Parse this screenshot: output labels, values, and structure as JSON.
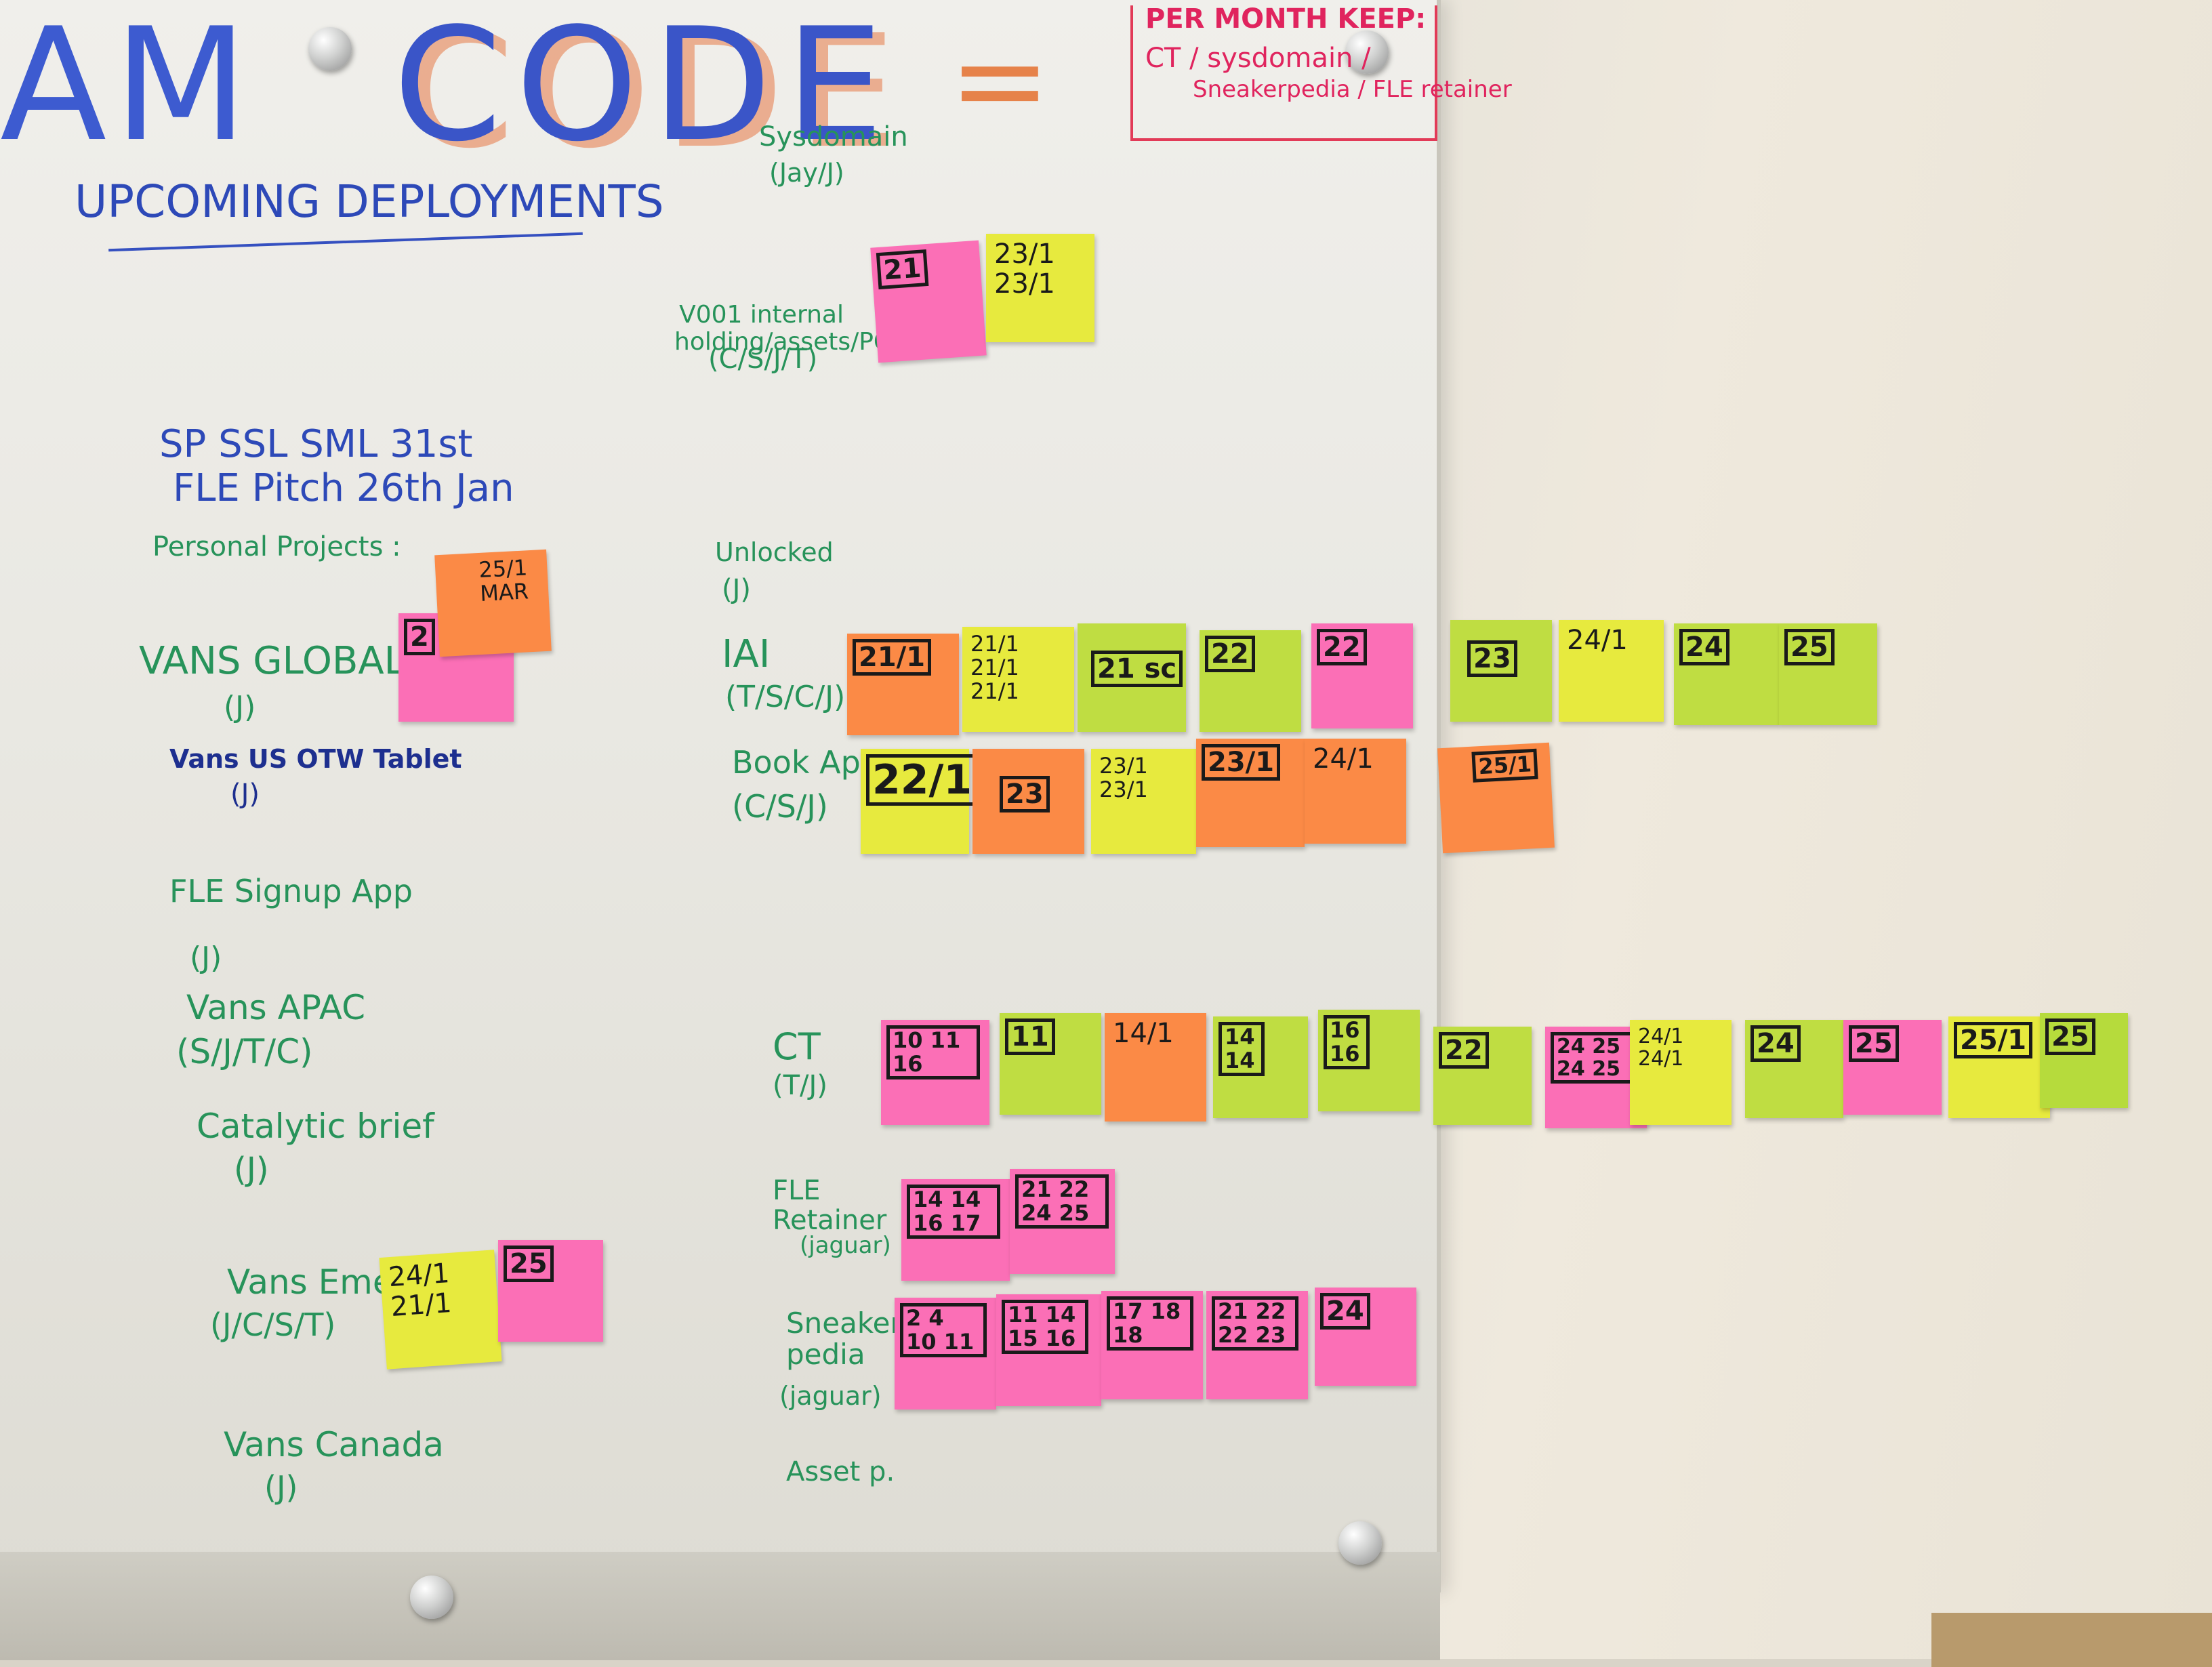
{
  "header": {
    "left_fragment": "AM",
    "title": "CODE",
    "dash": "=",
    "per_month_title": "PER MONTH KEEP:",
    "per_month_line1": "CT / sysdomain /",
    "per_month_line2": "Sneakerpedia / FLE retainer"
  },
  "heading": "UPCOMING DEPLOYMENTS",
  "left_column": {
    "sp_line": "SP SSL SML 31st",
    "fle_line": "FLE Pitch 26th Jan",
    "personal": "Personal Projects :",
    "projects": [
      {
        "name": "VANS GLOBAL",
        "who": "(J)"
      },
      {
        "name": "Vans US OTW Tablet",
        "who": "(J)"
      },
      {
        "name": "FLE Signup App",
        "who": "(J)"
      },
      {
        "name": "Vans APAC",
        "who": "(S/J/T/C)"
      },
      {
        "name": "Catalytic brief",
        "who": "(J)"
      },
      {
        "name": "Vans Emea",
        "who": "(J/C/S/T)"
      },
      {
        "name": "Vans Canada",
        "who": "(J)"
      }
    ]
  },
  "mid_column": {
    "projects": [
      {
        "name": "Sysdomain",
        "who": "(Jay/J)"
      },
      {
        "name": "V001 internal holding/assets/PO",
        "who": "(C/S/J/T)"
      },
      {
        "name": "Unlocked",
        "who": "(J)"
      },
      {
        "name": "IAI",
        "who": "(T/S/C/J)"
      },
      {
        "name": "Book App",
        "who": "(C/S/J)"
      },
      {
        "name": "CT",
        "who": "(T/J)"
      },
      {
        "name": "FLE Retainer",
        "who": "(jaguar)"
      },
      {
        "name": "Sneaker pedia",
        "who": "(jaguar)"
      },
      {
        "name": "Asset p."
      }
    ]
  },
  "notes": {
    "internal": [
      "21",
      "23/1 23/1"
    ],
    "vans_global": [
      "2",
      "25/1 MAR"
    ],
    "vans_emea": [
      "24/1 21/1",
      "25"
    ],
    "iai": [
      "21/1",
      "21/1 21/1 21/1",
      "21 sc",
      "22",
      "22",
      "23",
      "24/1",
      "24",
      "25"
    ],
    "book_app": [
      "22/1",
      "23",
      "23/1 23/1",
      "23/1",
      "24/1",
      "25/1"
    ],
    "ct": [
      "10 11 16",
      "11",
      "14/1",
      "14 14",
      "16 16",
      "22",
      "24 25 24 25",
      "24/1 24/1",
      "24",
      "25",
      "25/1",
      "25"
    ],
    "fle_retainer": [
      "14 14 16 17",
      "21 22 24 25"
    ],
    "sneaker_pedia": [
      "2 4 10 11",
      "11 14 15 16",
      "17 18 18",
      "21 22 22 23",
      "24"
    ]
  }
}
